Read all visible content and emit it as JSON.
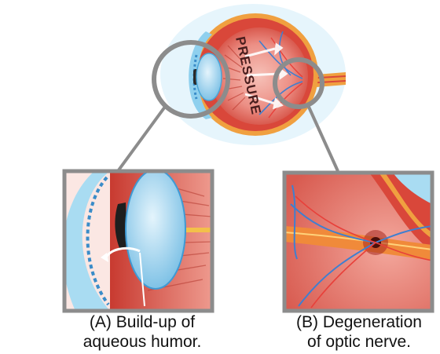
{
  "main_eye": {
    "pressure_label": "PRESSURE"
  },
  "captions": {
    "a_line1": "(A) Build-up of",
    "a_line2": "aqueous humor.",
    "b_line1": "(B) Degeneration",
    "b_line2": "of optic nerve."
  },
  "colors": {
    "eye_red": "#d9473a",
    "vitreous_pink": "#ef9c94",
    "sclera_orange": "#f0a040",
    "cornea_blue": "#8fd0ee",
    "lens_blue": "#b9e2f6",
    "frame_gray": "#8c8c8c",
    "vessel_blue": "#3f7fd0"
  }
}
